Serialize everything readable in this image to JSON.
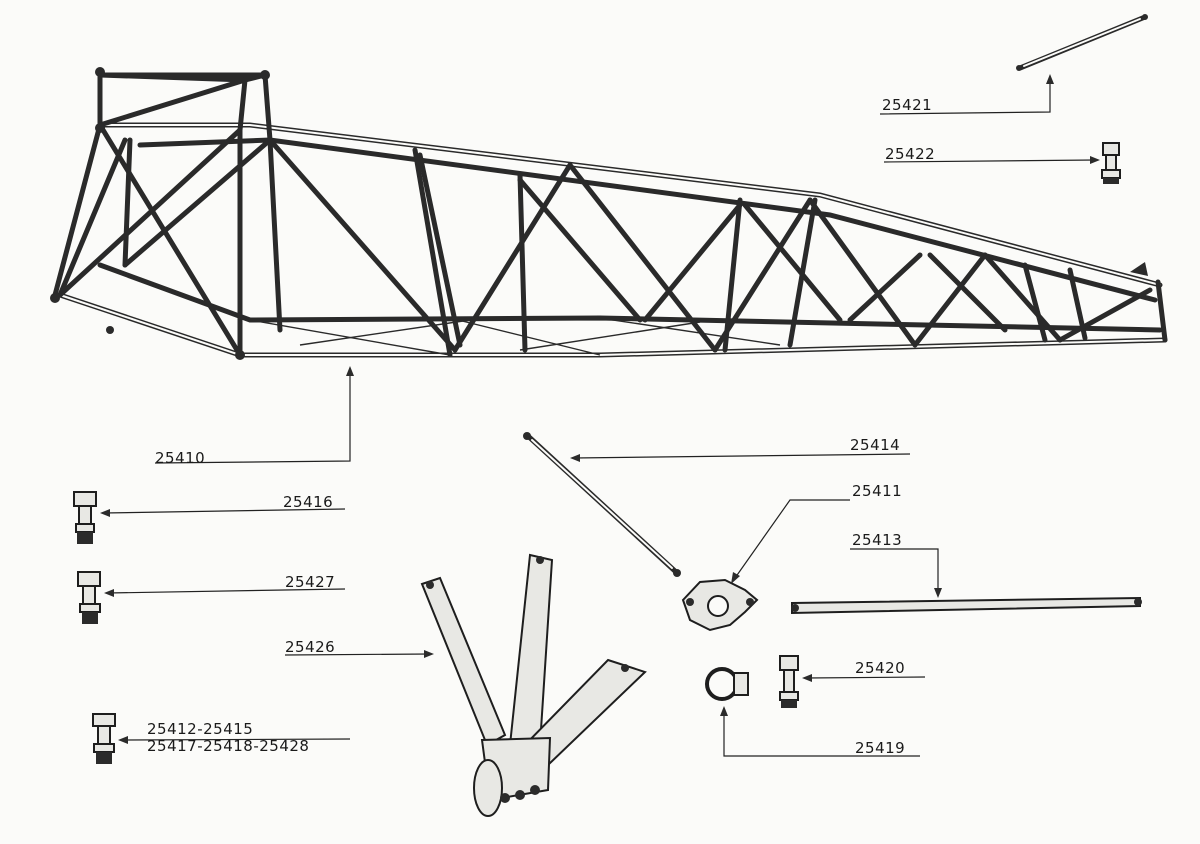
{
  "diagram": {
    "parts": [
      {
        "id": "fuselage-frame",
        "label": "25410"
      },
      {
        "id": "long-strut-top",
        "label": "25421"
      },
      {
        "id": "bolt-top",
        "label": "25422"
      },
      {
        "id": "diagonal-strut",
        "label": "25414"
      },
      {
        "id": "fitting",
        "label": "25411"
      },
      {
        "id": "long-strut",
        "label": "25413"
      },
      {
        "id": "bolt-left-1",
        "label": "25416"
      },
      {
        "id": "bolt-left-2",
        "label": "25427"
      },
      {
        "id": "gear-legs",
        "label": "25426"
      },
      {
        "id": "bolt-right",
        "label": "25420"
      },
      {
        "id": "clamp-ring",
        "label": "25419"
      },
      {
        "id": "bolt-left-3",
        "label_line1": "25412-25415",
        "label_line2": "25417-25418-25428"
      }
    ]
  }
}
